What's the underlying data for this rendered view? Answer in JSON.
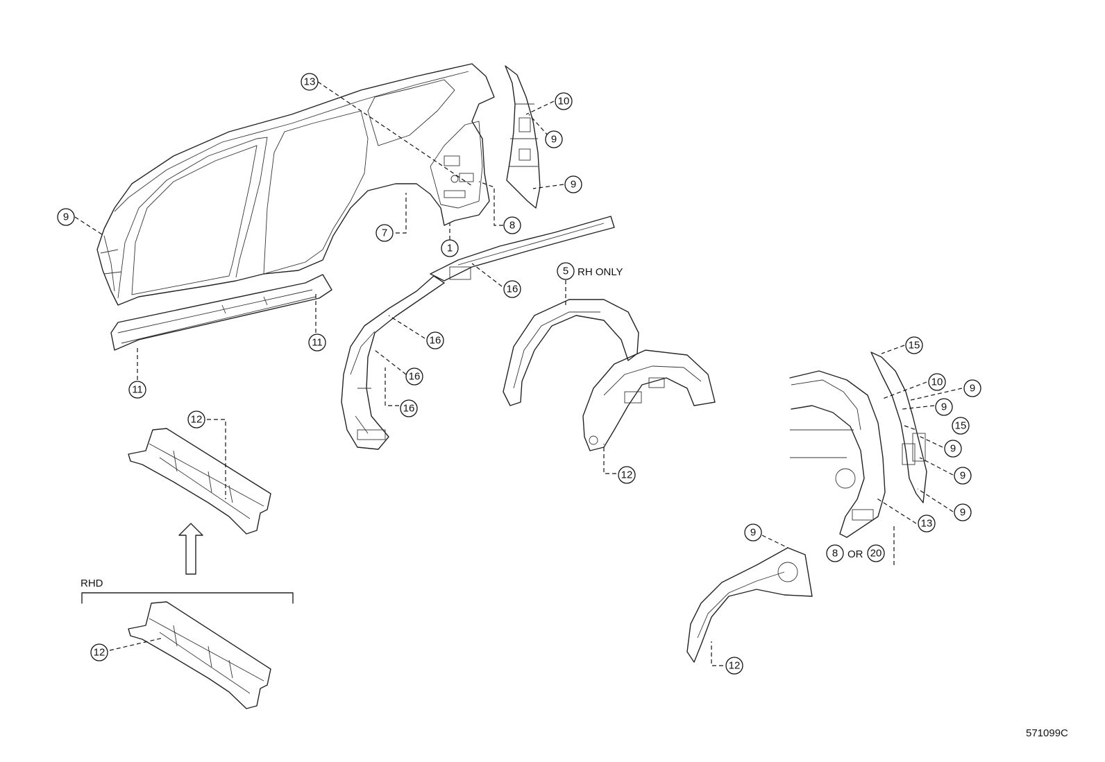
{
  "callouts": {
    "c13_top": "13",
    "c10_top": "10",
    "c9_a": "9",
    "c9_b": "9",
    "c9_left": "9",
    "c7": "7",
    "c1": "1",
    "c8_top": "8",
    "c5": "5",
    "c16_a": "16",
    "c16_b": "16",
    "c16_c": "16",
    "c16_d": "16",
    "c11_a": "11",
    "c11_b": "11",
    "c12_cowl": "12",
    "c12_rhd": "12",
    "c12_house": "12",
    "c12_bottom": "12",
    "c15_a": "15",
    "c15_b": "15",
    "c10_right": "10",
    "c9_r1": "9",
    "c9_r2": "9",
    "c9_r3": "9",
    "c9_r4": "9",
    "c9_r5": "9",
    "c13_right": "13",
    "c8_right": "8",
    "c20": "20",
    "c9_arch": "9"
  },
  "labels": {
    "rh_only": "RH ONLY",
    "rhd": "RHD",
    "or": "OR",
    "ref_code": "571099C"
  }
}
